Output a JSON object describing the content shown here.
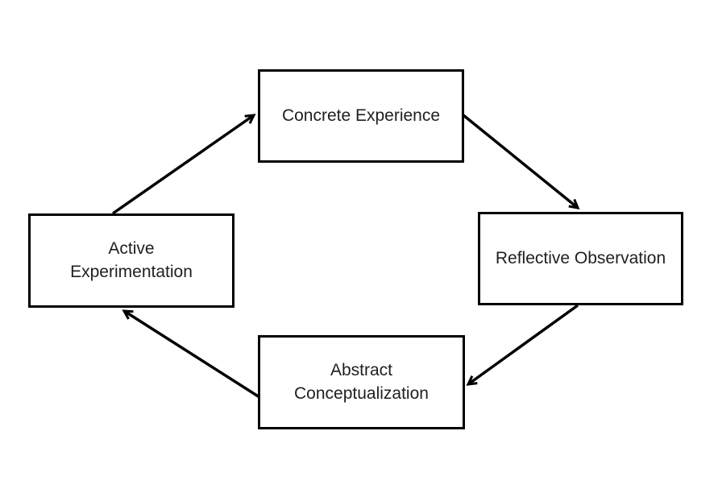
{
  "diagram": {
    "type": "cycle",
    "background_color": "#ffffff",
    "line_color": "#000000",
    "text_color": "#1f1f1f",
    "nodes": {
      "concrete_experience": {
        "label": "Concrete Experience",
        "position": "top"
      },
      "reflective_observation": {
        "label": "Reflective Observation",
        "position": "right"
      },
      "abstract_conceptualization": {
        "label": "Abstract\nConceptualization",
        "position": "bottom"
      },
      "active_experimentation": {
        "label": "Active\nExperimentation",
        "position": "left"
      }
    },
    "edges": [
      {
        "from": "active_experimentation",
        "to": "concrete_experience"
      },
      {
        "from": "concrete_experience",
        "to": "reflective_observation"
      },
      {
        "from": "reflective_observation",
        "to": "abstract_conceptualization"
      },
      {
        "from": "abstract_conceptualization",
        "to": "active_experimentation"
      }
    ]
  }
}
